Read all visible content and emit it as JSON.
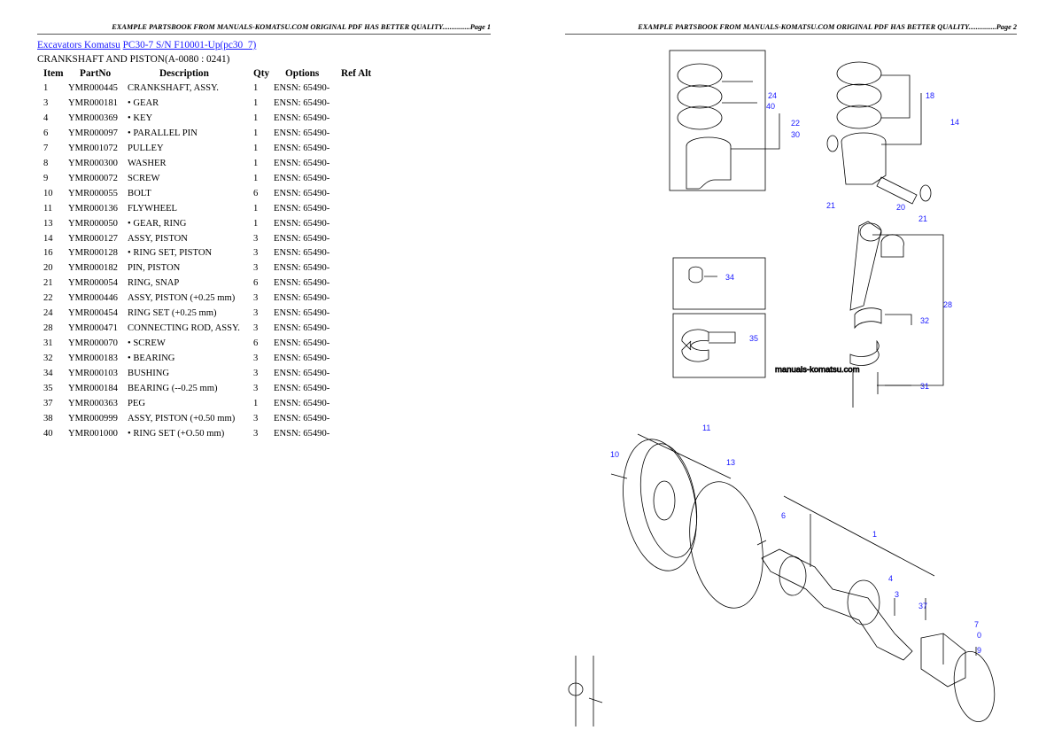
{
  "page1": {
    "header": "EXAMPLE PARTSBOOK FROM MANUALS-KOMATSU.COM ORIGINAL PDF HAS BETTER QUALITY...............Page 1"
  },
  "page2": {
    "header": "EXAMPLE PARTSBOOK FROM MANUALS-KOMATSU.COM ORIGINAL PDF HAS BETTER QUALITY...............Page 2"
  },
  "breadcrumb": {
    "link1": "Excavators Komatsu",
    "link2": "PC30-7 S/N F10001-Up(pc30_7)"
  },
  "subtitle": "CRANKSHAFT AND PISTON(A-0080 : 0241)",
  "table": {
    "headers": [
      "Item",
      "PartNo",
      "Description",
      "Qty",
      "Options",
      "Ref Alt"
    ],
    "rows": [
      [
        "1",
        "YMR000445",
        "CRANKSHAFT, ASSY.",
        "1",
        "ENSN: 65490-"
      ],
      [
        "3",
        "YMR000181",
        "• GEAR",
        "1",
        "ENSN: 65490-"
      ],
      [
        "4",
        "YMR000369",
        "• KEY",
        "1",
        "ENSN: 65490-"
      ],
      [
        "6",
        "YMR000097",
        "• PARALLEL PIN",
        "1",
        "ENSN: 65490-"
      ],
      [
        "7",
        "YMR001072",
        "PULLEY",
        "1",
        "ENSN: 65490-"
      ],
      [
        "8",
        "YMR000300",
        "WASHER",
        "1",
        "ENSN: 65490-"
      ],
      [
        "9",
        "YMR000072",
        "SCREW",
        "1",
        "ENSN: 65490-"
      ],
      [
        "10",
        "YMR000055",
        "BOLT",
        "6",
        "ENSN: 65490-"
      ],
      [
        "11",
        "YMR000136",
        "FLYWHEEL",
        "1",
        "ENSN: 65490-"
      ],
      [
        "13",
        "YMR000050",
        "• GEAR, RING",
        "1",
        "ENSN: 65490-"
      ],
      [
        "14",
        "YMR000127",
        "ASSY, PISTON",
        "3",
        "ENSN: 65490-"
      ],
      [
        "16",
        "YMR000128",
        "• RING SET, PISTON",
        "3",
        "ENSN: 65490-"
      ],
      [
        "20",
        "YMR000182",
        "PIN, PISTON",
        "3",
        "ENSN: 65490-"
      ],
      [
        "21",
        "YMR000054",
        "RING, SNAP",
        "6",
        "ENSN: 65490-"
      ],
      [
        "22",
        "YMR000446",
        "ASSY, PISTON (+0.25 mm)",
        "3",
        "ENSN: 65490-"
      ],
      [
        "24",
        "YMR000454",
        "RING SET (+0.25 mm)",
        "3",
        "ENSN: 65490-"
      ],
      [
        "28",
        "YMR000471",
        "CONNECTING ROD, ASSY.",
        "3",
        "ENSN: 65490-"
      ],
      [
        "31",
        "YMR000070",
        "• SCREW",
        "6",
        "ENSN: 65490-"
      ],
      [
        "32",
        "YMR000183",
        "• BEARING",
        "3",
        "ENSN: 65490-"
      ],
      [
        "34",
        "YMR000103",
        "BUSHING",
        "3",
        "ENSN: 65490-"
      ],
      [
        "35",
        "YMR000184",
        "BEARING (--0.25 mm)",
        "3",
        "ENSN: 65490-"
      ],
      [
        "37",
        "YMR000363",
        "PEG",
        "1",
        "ENSN: 65490-"
      ],
      [
        "38",
        "YMR000999",
        "ASSY, PISTON (+0.50 mm)",
        "3",
        "ENSN: 65490-"
      ],
      [
        "40",
        "YMR001000",
        "• RING SET (+O.50 mm)",
        "3",
        "ENSN: 65490-"
      ]
    ]
  },
  "diagram": {
    "callouts": [
      "24",
      "40",
      "22",
      "30",
      "18",
      "14",
      "21",
      "21",
      "20",
      "34",
      "35",
      "28",
      "32",
      "31",
      "11",
      "13",
      "10",
      "6",
      "1",
      "4",
      "3",
      "37",
      "7",
      "0",
      "9"
    ],
    "watermark": "manuals-komatsu.com",
    "label_color": "#1a1aff"
  }
}
